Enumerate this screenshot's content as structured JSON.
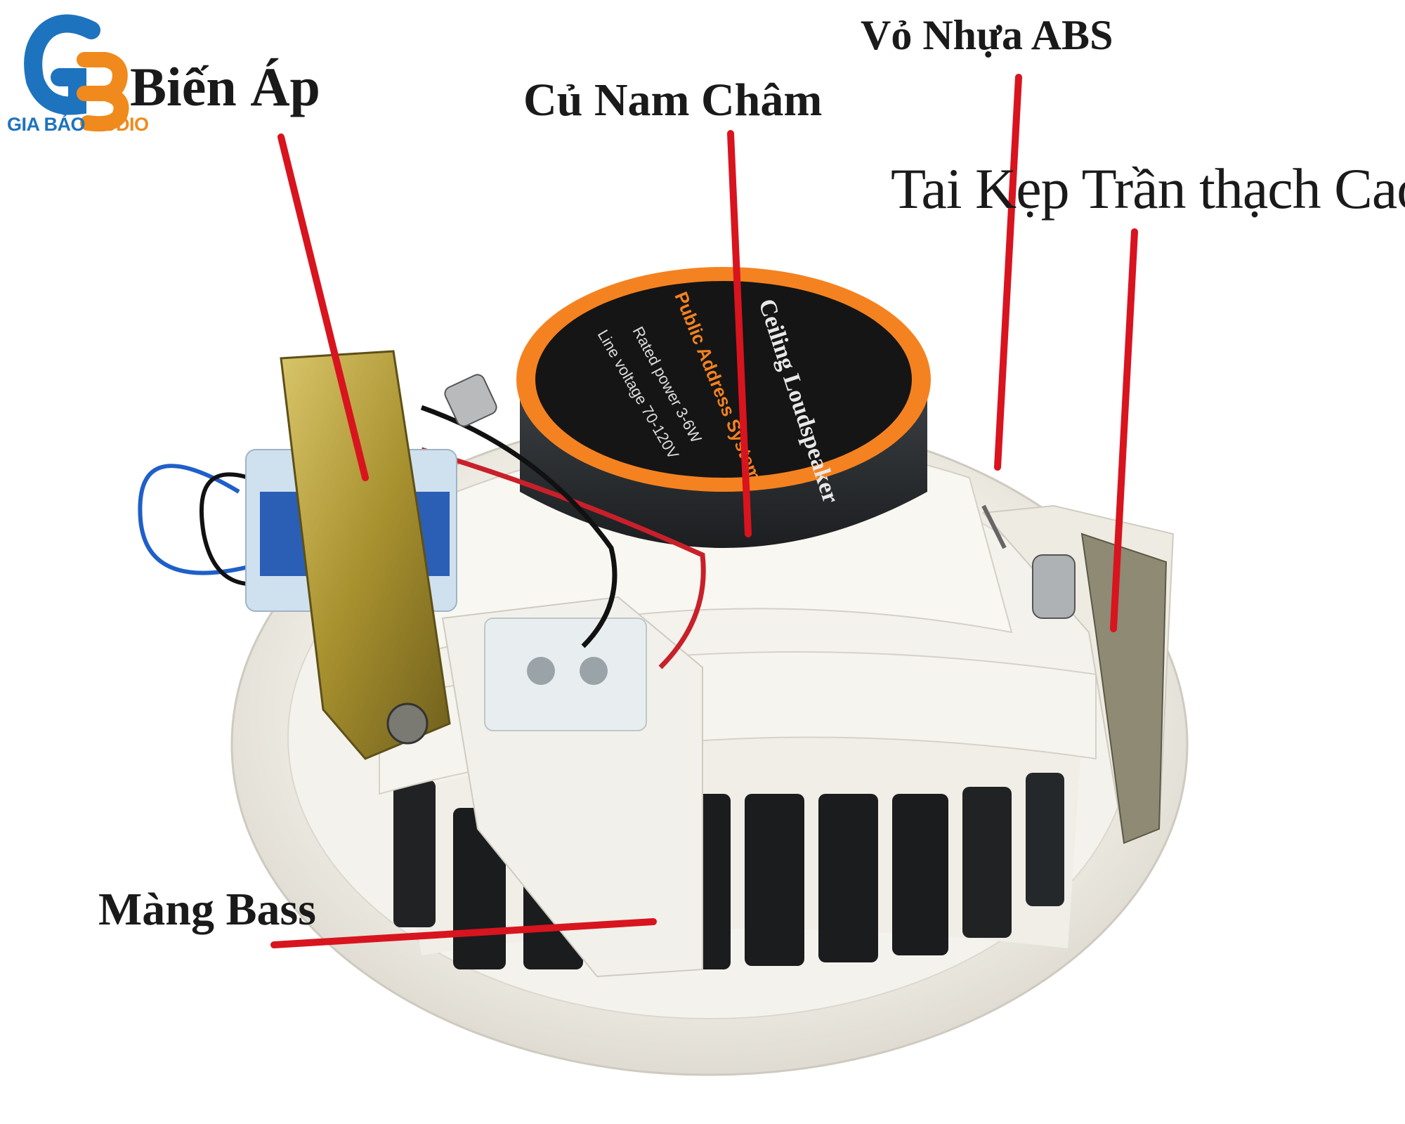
{
  "logo": {
    "monogram": "GB",
    "brand_part1": "GIA BẢO",
    "brand_part2": "AUDIO",
    "colors": {
      "blue": "#1e73be",
      "orange": "#f08a1c"
    }
  },
  "labels": {
    "bien_ap": "Biến Áp",
    "cu_nam_cham": "Củ Nam Châm",
    "vo_nhua_abs": "Vỏ Nhựa ABS",
    "tai_kep": "Tai Kẹp Trần thạch Cao",
    "mang_bass": "Màng Bass"
  },
  "magnet_sticker": {
    "title": "Ceiling Loudspeaker",
    "subtitle": "Public Address System",
    "line1": "Rated power 3-6W",
    "line2": "Line voltage 70-120V"
  },
  "colors": {
    "pointer_line": "#d8141e",
    "speaker_body": "#f3f1ec",
    "magnet": "#2a2d30",
    "sticker_ring": "#f58220",
    "transformer": "#b9a443",
    "coil_wire": "#1f5fc9"
  }
}
